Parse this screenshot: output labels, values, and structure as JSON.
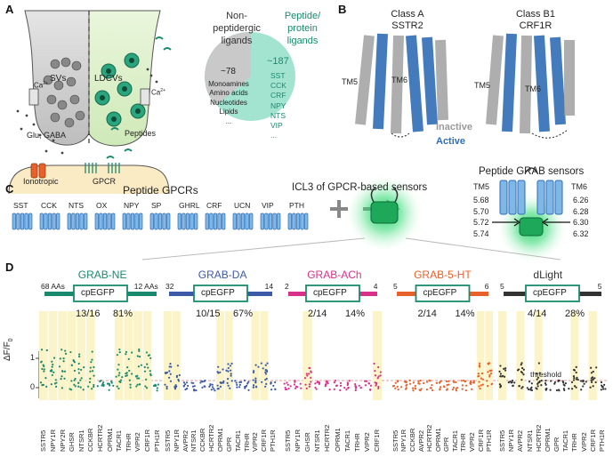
{
  "panel_a": {
    "letter": "A",
    "ca1": "Ca",
    "ca2": "Ca",
    "ca_sup": "2+",
    "svs": "SVs",
    "ldcvs": "LDCVs",
    "glu_gaba": "Glu, GABA",
    "peptides": "Peptides",
    "ionotropic": "Ionotropic",
    "gpcr": "GPCR",
    "nonpep_title": [
      "Non-",
      "peptidergic",
      "ligands"
    ],
    "pep_title": [
      "Peptide/",
      "protein",
      "ligands"
    ],
    "nonpep_count": "~78",
    "nonpep_items": [
      "Monoamines",
      "Amino acids",
      "Nucleotides",
      "Lipids",
      "..."
    ],
    "pep_count": "~187",
    "pep_items": [
      "SST",
      "CCK",
      "CRF",
      "NPY",
      "NTS",
      "VIP",
      "..."
    ]
  },
  "panel_b": {
    "letter": "B",
    "class_a": [
      "Class A",
      "SSTR2"
    ],
    "class_b": [
      "Class B1",
      "CRF1R"
    ],
    "tm5": "TM5",
    "tm6": "TM6",
    "inactive": "Inactive",
    "active": "Active"
  },
  "panel_c": {
    "letter": "C",
    "title": "Peptide GPCRs",
    "receptors": [
      "SST",
      "CCK",
      "NTS",
      "OX",
      "NPY",
      "SP",
      "GHRL",
      "CRF",
      "UCN",
      "VIP",
      "PTH"
    ],
    "icl3": "ICL3 of GPCR-based sensors",
    "grab_title": "Peptide GRAB sensors",
    "tm5": "TM5",
    "tm6": "TM6",
    "tm5_vals": [
      "5.68",
      "5.70",
      "5.72",
      "5.74"
    ],
    "tm6_vals": [
      "6.26",
      "6.28",
      "6.30",
      "6.32"
    ]
  },
  "panel_d": {
    "letter": "D",
    "ylabel": "ΔF/F",
    "ylabel_sub": "0",
    "threshold": "threshold",
    "yticks": [
      "1",
      "0"
    ],
    "sensors": [
      {
        "name": "GRAB-NE",
        "color": "#1a8a6e",
        "left": "68 AAs",
        "right": "12 AAs",
        "box": "cpEGFP",
        "ratio": "13/16",
        "pct": "81%",
        "receptors": [
          "SSTR5",
          "NPY1R",
          "NPY2R",
          "GHSR",
          "NTSR1",
          "CCKBR",
          "HCRTR2",
          "OPRM1",
          "TACR1",
          "TRHR",
          "VIPR2",
          "CRF1R",
          "PTH1R"
        ]
      },
      {
        "name": "GRAB-DA",
        "color": "#3d5aa8",
        "left": "32",
        "right": "14",
        "box": "cpEGFP",
        "ratio": "10/15",
        "pct": "67%",
        "receptors": [
          "SSTR5",
          "NPY1R",
          "AVPR2",
          "NTSR1",
          "CCKBR",
          "HCRTR2",
          "OPRM1",
          "GPR",
          "TACR1",
          "TRHR",
          "VIPR2",
          "CRF1R",
          "PTH1R"
        ]
      },
      {
        "name": "GRAB-ACh",
        "color": "#d9308a",
        "left": "2",
        "right": "4",
        "box": "cpEGFP",
        "ratio": "2/14",
        "pct": "14%",
        "receptors": [
          "SSTR5",
          "NPY1R",
          "GHSR",
          "NTSR1",
          "HCRTR2",
          "OPRM1",
          "TACR1",
          "TRHR",
          "VIPR2",
          "CRF1R"
        ]
      },
      {
        "name": "GRAB-5-HT",
        "color": "#e8602a",
        "left": "5",
        "right": "6",
        "box": "cpEGFP",
        "ratio": "2/14",
        "pct": "14%",
        "receptors": [
          "SSTR5",
          "NPY1R",
          "CCKBR",
          "AVPR2",
          "HCRTR2",
          "OPRM1",
          "GPR",
          "TACR1",
          "TRHR",
          "VIPR2",
          "CRF1R",
          "PTH1R"
        ]
      },
      {
        "name": "dLight",
        "color": "#333333",
        "left": "5",
        "right": "5",
        "box": "cpEGFP",
        "ratio": "4/14",
        "pct": "28%",
        "receptors": [
          "SSTR5",
          "NPY1R",
          "AVPR2",
          "NTSR1",
          "HCRTR2",
          "OPRM1",
          "GPR",
          "TACR1",
          "TRHR",
          "VIPR2",
          "CRF1R",
          "PTH1R"
        ]
      }
    ]
  },
  "colors": {
    "teal": "#3cb89a",
    "blue": "#2f6db5",
    "highlight": "#fbf4c8",
    "green_glow": "#2ecc71"
  }
}
